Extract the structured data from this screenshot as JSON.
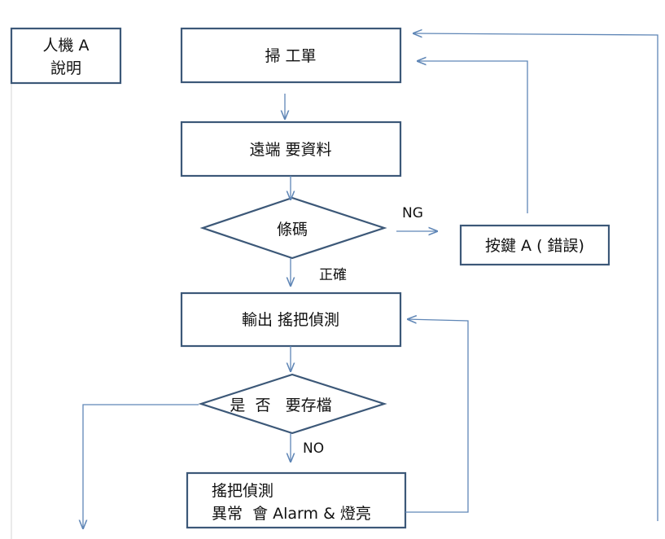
{
  "diagram": {
    "legend": {
      "line1": "人機 A",
      "line2": "說明"
    },
    "nodes": {
      "scan_work_order": "掃 工單",
      "remote_request_data": "遠端 要資料",
      "barcode_check": "條碼",
      "key_a_error": "按鍵 A ( 錯誤)",
      "output_rocker_detect": "輸出 搖把偵測",
      "save_check": "是  否   要存檔",
      "alarm_line1": "搖把偵測",
      "alarm_line2": "異常  會 Alarm & 燈亮"
    },
    "edge_labels": {
      "ng": "NG",
      "correct": "正確",
      "no": "NO"
    },
    "colors": {
      "node_border": "#3c5878",
      "connector": "#5f86b6",
      "text": "#111111",
      "background": "#ffffff"
    }
  }
}
